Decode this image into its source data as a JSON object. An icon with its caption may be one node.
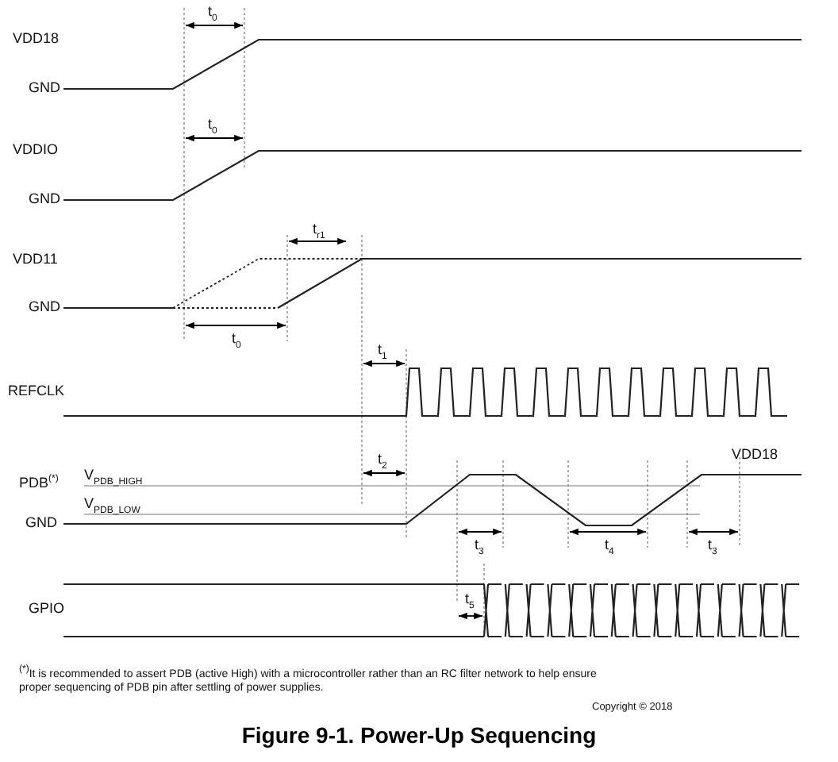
{
  "diagram": {
    "title": "Figure 9-1. Power-Up Sequencing",
    "labels": [
      "t$_{0}$",
      "VDD18",
      "GND",
      "t$_{0}$",
      "VDDIO",
      "GND",
      "t$_{r1}$",
      "VDD11",
      "GND",
      "t$_{0}$",
      "t$_{1}$",
      "REFCLK",
      "t$_{2}$",
      "VDD18",
      "PDB$^{(*)}$",
      "V$_{PDB_HIGH}$",
      "V$_{PDB_LOW}$",
      "GND",
      "t$_{3}$",
      "t$_{4}$",
      "t$_{3}$",
      "t$_{5}$",
      "GPIO",
      "$^{(*)}$It is recommended to assert PDB (active High) with a microcontroller rather than an RC filter network to help ensure proper sequencing of PDB pin after settling of power supplies.",
      "Copyright © 2018"
    ]
  }
}
